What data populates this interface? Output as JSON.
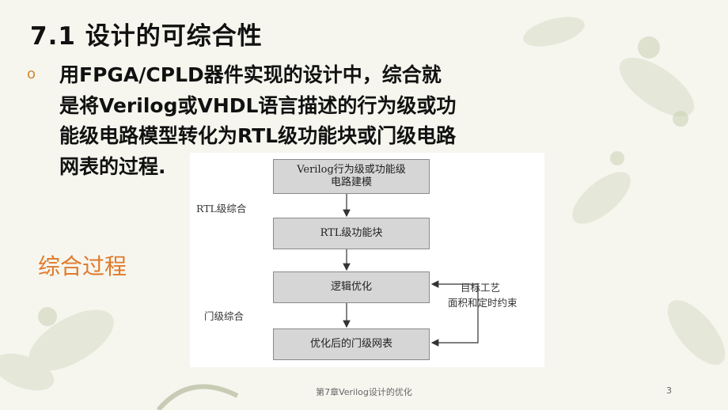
{
  "slide": {
    "title": "7.1  设计的可综合性",
    "bullet_marker": "o",
    "body_lines": [
      "用FPGA/CPLD器件实现的设计中，综合就",
      "是将Verilog或VHDL语言描述的行为级或功",
      "能级电路模型转化为RTL级功能块或门级电路",
      "网表的过程."
    ],
    "side_label": "综合过程",
    "footer": "第7章Verilog设计的优化",
    "page_number": "3",
    "colors": {
      "title": "#111111",
      "accent": "#e07a2a",
      "box_fill": "#d6d6d6",
      "box_border": "#8a8a8a"
    }
  },
  "diagram": {
    "boxes": [
      {
        "line1": "Verilog行为级或功能级",
        "line2": "电路建模"
      },
      {
        "line1": "RTL级功能块",
        "line2": ""
      },
      {
        "line1": "逻辑优化",
        "line2": ""
      },
      {
        "line1": "优化后的门级网表",
        "line2": ""
      }
    ],
    "stage_labels": [
      "RTL级综合",
      "门级综合"
    ],
    "constraint_lines": [
      "目标工艺",
      "面积和定时约束"
    ]
  }
}
